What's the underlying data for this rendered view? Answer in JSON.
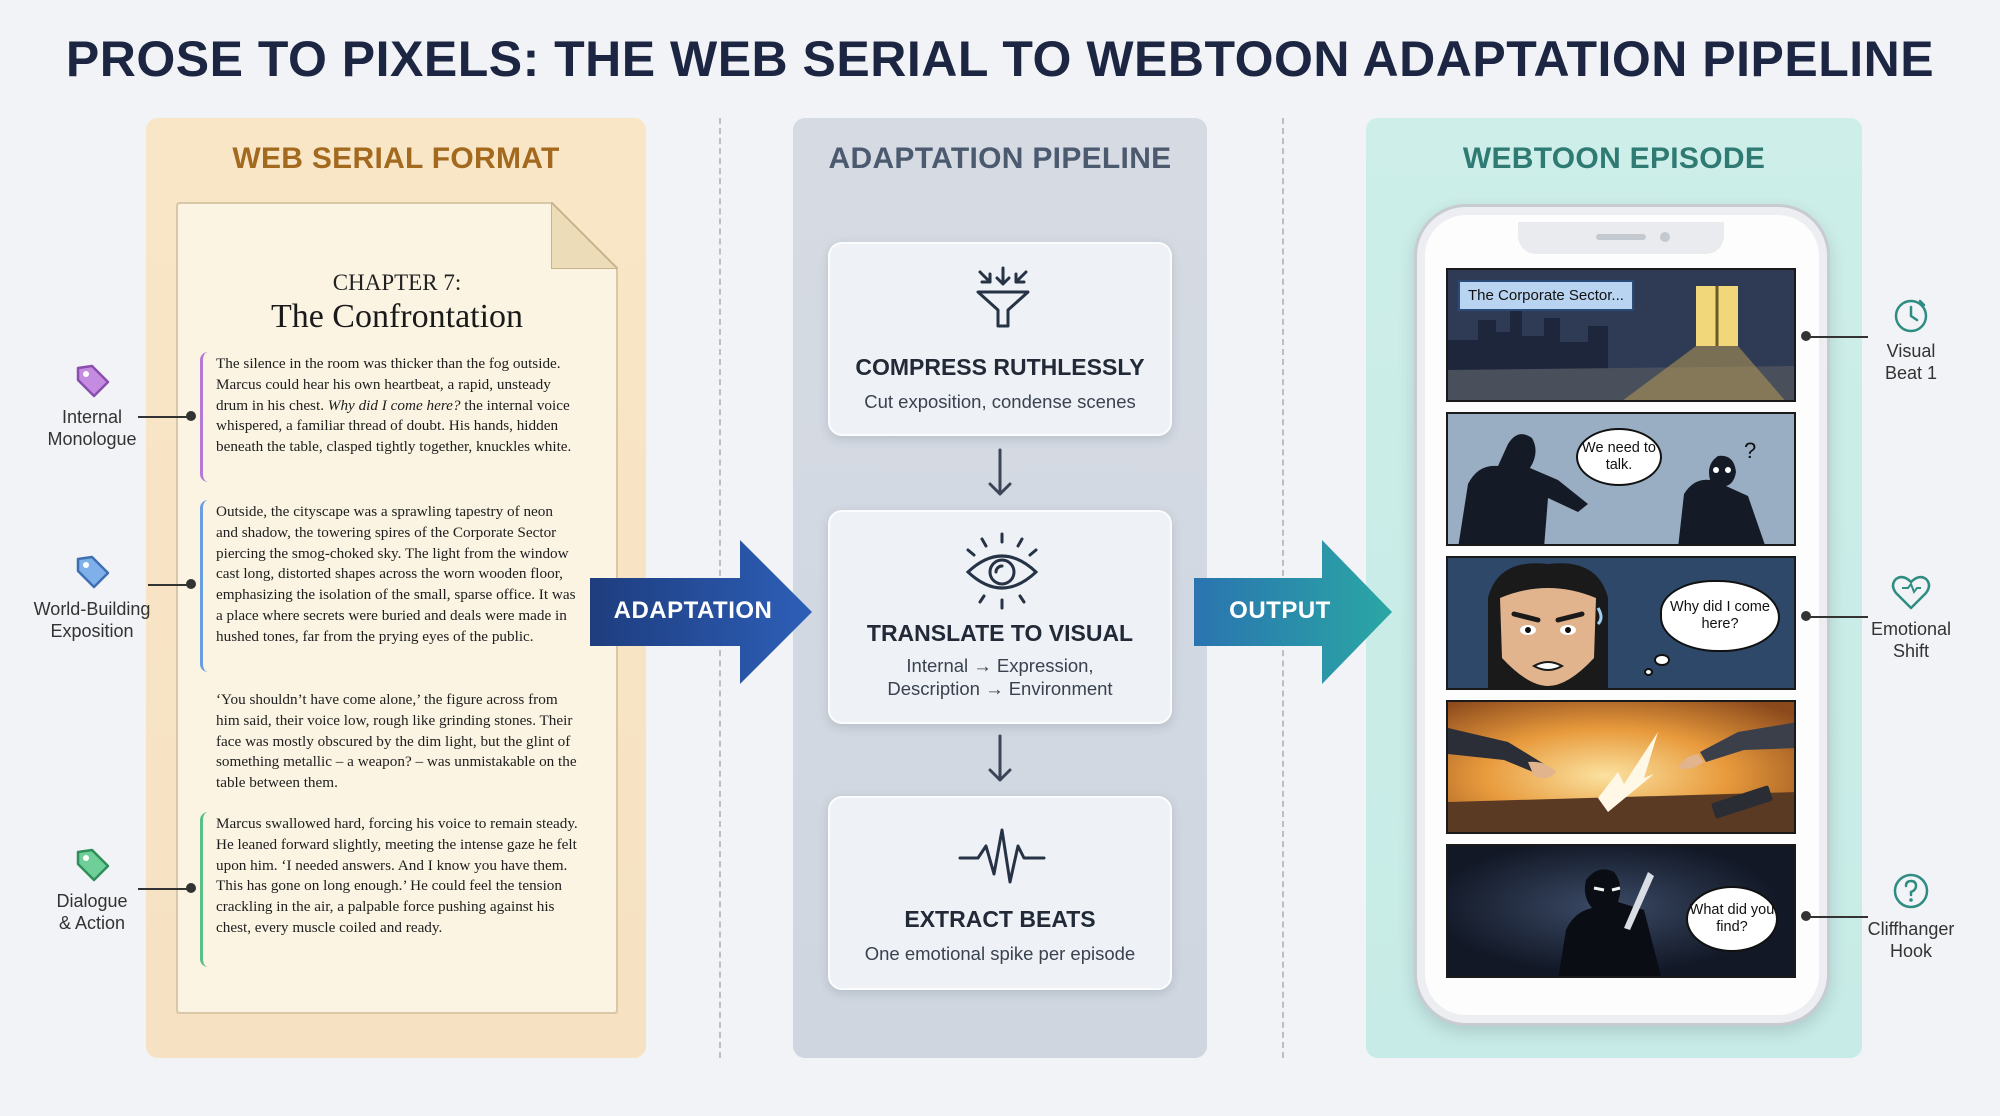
{
  "title": "PROSE TO PIXELS: THE WEB SERIAL TO WEBTOON ADAPTATION PIPELINE",
  "left": {
    "heading": "WEB SERIAL FORMAT",
    "chapter": "CHAPTER 7:",
    "chapter_title": "The Confrontation",
    "para1_a": "The silence in the room was thicker than the fog outside. Marcus could hear his own heartbeat, a rapid, unsteady drum in his chest. ",
    "para1_italic": "Why did I come here?",
    "para1_b": " the internal voice whispered, a familiar thread of doubt. His hands, hidden beneath the table, clasped tightly together, knuckles white.",
    "para2": "Outside, the cityscape was a sprawling tapestry of neon and shadow, the towering spires of the Corporate Sector piercing the smog-choked sky. The light from the window cast long, distorted shapes across the worn wooden floor, emphasizing the isolation of the small, sparse office. It was a place where secrets were buried and deals were made in hushed tones, far from the prying eyes of the public.",
    "para3": "‘You shouldn’t have come alone,’ the figure across from him said, their voice low, rough like grinding stones. Their face was mostly obscured by the dim light, but the glint of something metallic – a weapon? – was unmistakable on the table between them.",
    "para4": "Marcus swallowed hard, forcing his voice to remain steady. He leaned forward slightly, meeting the intense gaze he felt upon him. ‘I needed answers. And I know you have them. This has gone on long enough.’ He could feel the tension crackling in the air, a palpable force pushing against his chest, every muscle coiled and ready.",
    "annotations": [
      {
        "label_1": "Internal",
        "label_2": "Monologue",
        "color": "#b57ad6"
      },
      {
        "label_1": "World-Building",
        "label_2": "Exposition",
        "color": "#6b9ee0"
      },
      {
        "label_1": "Dialogue",
        "label_2": "& Action",
        "color": "#5bbf88"
      }
    ]
  },
  "arrows": {
    "adaptation": "ADAPTATION",
    "output": "OUTPUT"
  },
  "middle": {
    "heading": "ADAPTATION PIPELINE",
    "cards": [
      {
        "icon": "funnel-icon",
        "title": "COMPRESS RUTHLESSLY",
        "sub_1": "Cut exposition, condense scenes",
        "sub_2": ""
      },
      {
        "icon": "eye-icon",
        "title": "TRANSLATE TO VISUAL",
        "sub_1": "Internal → Expression,",
        "sub_2": "Description → Environment"
      },
      {
        "icon": "heartbeat-icon",
        "title": "EXTRACT BEATS",
        "sub_1": "One emotional spike per episode",
        "sub_2": ""
      }
    ]
  },
  "right": {
    "heading": "WEBTOON EPISODE",
    "caption": "The Corporate Sector...",
    "bubble_talk": "We need to talk.",
    "bubble_q": "?",
    "bubble_think": "Why did I come here?",
    "bubble_find": "What did you find?",
    "beats": [
      {
        "icon": "clock-icon",
        "label_1": "Visual",
        "label_2": "Beat 1"
      },
      {
        "icon": "heart-icon",
        "label_1": "Emotional",
        "label_2": "Shift"
      },
      {
        "icon": "question-icon",
        "label_1": "Cliffhanger",
        "label_2": "Hook"
      }
    ]
  },
  "colors": {
    "title": "#1c2642",
    "web_serial": "#a36a1f",
    "pipeline": "#4c5a70",
    "webtoon": "#2f7a72",
    "adaptation_arrow": "#1e3f86",
    "output_arrow": "#2a8f9c"
  }
}
